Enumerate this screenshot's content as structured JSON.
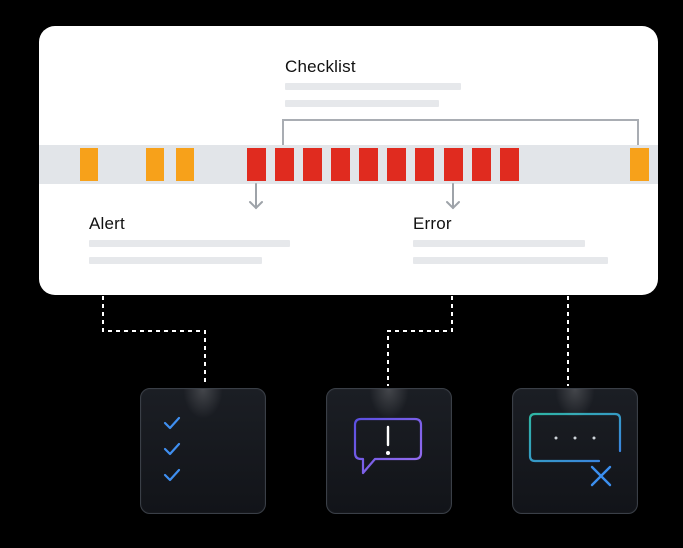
{
  "labels": {
    "checklist": "Checklist",
    "alert": "Alert",
    "error": "Error"
  },
  "colors": {
    "card_bg": "#ffffff",
    "strip_bg": "#e2e5e9",
    "orange": "#f7a11a",
    "red": "#e02b1f",
    "bracket": "#a9adb3",
    "text_placeholder": "#e6e8eb",
    "connector": "#ffffff",
    "tile_border": "#3a3f47"
  },
  "icons": {
    "checklist_tile": "checklist-icon",
    "alert_tile": "alert-message-icon",
    "error_tile": "error-window-icon"
  }
}
